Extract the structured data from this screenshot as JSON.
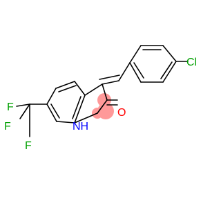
{
  "molecule": {
    "atoms": {
      "chlorine": {
        "text": "Cl",
        "color": "#00A000"
      },
      "oxygen": {
        "text": "O",
        "color": "#FF0000"
      },
      "nitrogen": {
        "text": "NH",
        "color": "#0000FF"
      },
      "fluorine_1": {
        "text": "F",
        "color": "#00A000"
      },
      "fluorine_2": {
        "text": "F",
        "color": "#00A000"
      },
      "fluorine_3": {
        "text": "F",
        "color": "#00A000"
      }
    },
    "highlight_color": "#FF9999"
  }
}
